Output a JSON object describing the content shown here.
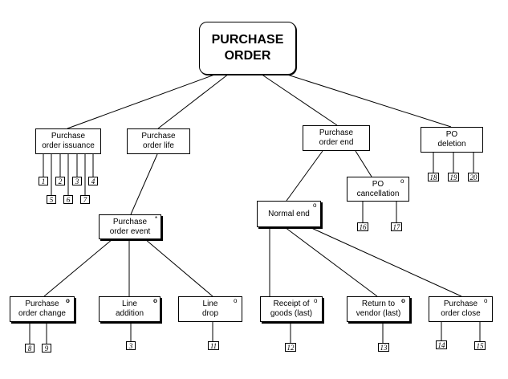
{
  "diagram": {
    "root": {
      "label": "PURCHASE\nORDER"
    },
    "nodes": {
      "po_issuance": {
        "label": "Purchase\norder issuance"
      },
      "po_life": {
        "label": "Purchase\norder life"
      },
      "po_end": {
        "label": "Purchase\norder end"
      },
      "po_deletion": {
        "label": "PO\ndeletion"
      },
      "po_cancellation": {
        "label": "PO\ncancellation",
        "mark": "o"
      },
      "normal_end": {
        "label": "Normal end",
        "mark": "o"
      },
      "po_event": {
        "label": "Purchase\norder event",
        "mark": "*"
      },
      "po_change": {
        "label": "Purchase\norder change",
        "mark": "o"
      },
      "line_addition": {
        "label": "Line\naddition",
        "mark": "o"
      },
      "line_drop": {
        "label": "Line\ndrop",
        "mark": "o"
      },
      "receipt_goods": {
        "label": "Receipt of\ngoods (last)",
        "mark": "o"
      },
      "return_vendor": {
        "label": "Return to\nvendor (last)",
        "mark": "o"
      },
      "po_close": {
        "label": "Purchase\norder close",
        "mark": "o"
      }
    },
    "leaf_numbers": {
      "n1": "1",
      "n2": "2",
      "n3": "3",
      "n4": "4",
      "n5": "5",
      "n6": "6",
      "n7": "7",
      "n8": "8",
      "n9": "9",
      "n3b": "3",
      "n11": "11",
      "n12": "12",
      "n13": "13",
      "n14": "14",
      "n15": "15",
      "n16": "16",
      "n17": "17",
      "n18": "18",
      "n19": "19",
      "n20": "20"
    }
  }
}
